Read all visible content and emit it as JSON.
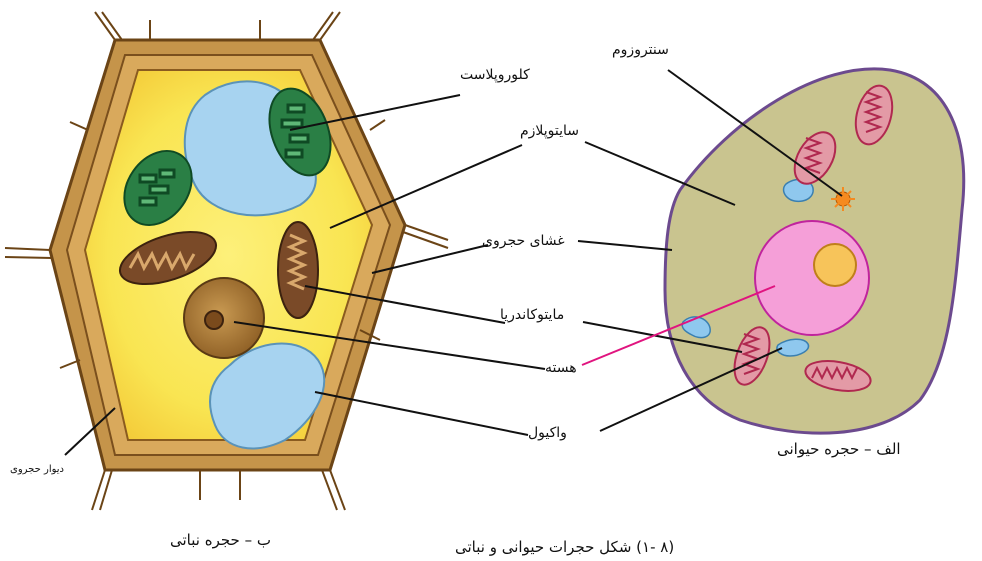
{
  "labels": {
    "chloroplast": "کلوروپلاست",
    "cytoplasm": "سایتوپلازم",
    "cell_membrane": "غشای حجروی",
    "mitochondria": "مایتوکاندریا",
    "nucleus": "هسته",
    "vacuole": "واکیول",
    "centrosome": "سنتروزوم",
    "cell_wall": "دیوار حجروی"
  },
  "captions": {
    "plant_cell": "ب – حجره نباتی",
    "animal_cell": "الف – حجره حیوانی",
    "figure": "(۸ -۱) شکل حجرات حیوانی و نباتی"
  },
  "colors": {
    "wall_brown": "#b07f2a",
    "cytoplasm_yellow": "#f9e552",
    "vacuole_blue": "#a7d3f0",
    "chloroplast_green": "#2a7f45",
    "animal_cytoplasm": "#c9c48f",
    "animal_membrane": "#6c4a8e",
    "nucleus_pink": "#f59fd8",
    "nucleolus_orange": "#f7c45a",
    "mitochondria_red": "#b0294f",
    "pointer_magenta": "#e0147f"
  }
}
